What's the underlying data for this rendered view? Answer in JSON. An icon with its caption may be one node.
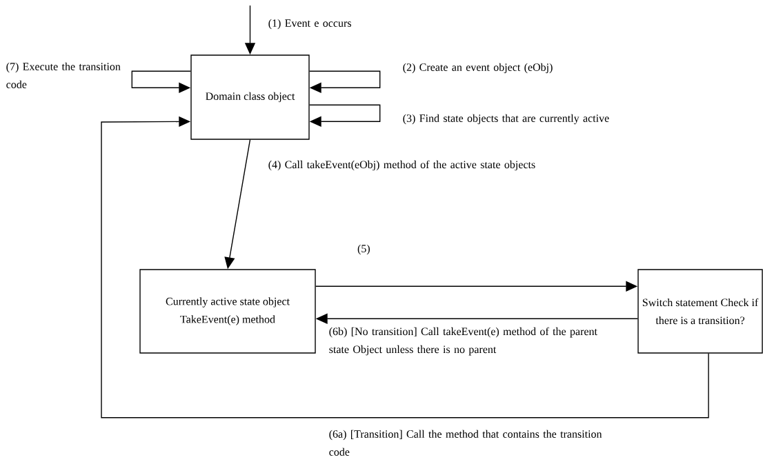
{
  "diagram": {
    "nodes": [
      {
        "text": [
          "Domain class object"
        ]
      },
      {
        "text": [
          "Currently active state object TakeEvent(e) method"
        ]
      },
      {
        "text": [
          "Switch statement Check if there is a transition?"
        ]
      }
    ],
    "edges": [
      {
        "from": null,
        "to": 0,
        "arrow": "to",
        "label": "(1) Event e occurs"
      },
      {
        "from": 0,
        "to": 0,
        "arrow": "to",
        "label": "(2) Create an event object (eObj)"
      },
      {
        "from": 0,
        "to": 0,
        "arrow": "to",
        "label": "(3) Find state objects that are currently active"
      },
      {
        "from": 0,
        "to": 0,
        "arrow": "to",
        "label": "(7) Execute the transition code"
      },
      {
        "from": 0,
        "to": 1,
        "arrow": "to",
        "label": "(4) Call takeEvent(eObj) method of the active state objects"
      },
      {
        "from": 1,
        "to": 2,
        "arrow": "to",
        "label": "(5)"
      },
      {
        "from": 2,
        "to": 1,
        "arrow": "to",
        "label": "(6b) [No transition] Call takeEvent(e) method of the parent state Object unless there is no parent"
      },
      {
        "from": 2,
        "to": 0,
        "arrow": "to",
        "label": "(6a) [Transition] Call the method that contains the transition code"
      }
    ]
  }
}
